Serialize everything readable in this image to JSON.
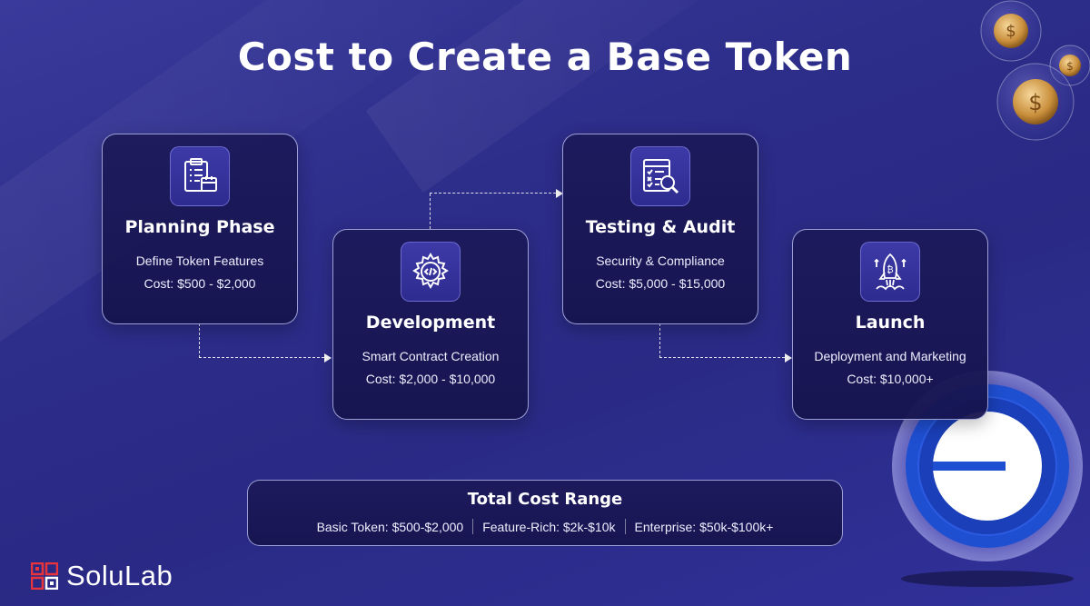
{
  "title": "Cost to Create a Base Token",
  "steps": [
    {
      "title": "Planning Phase",
      "desc": "Define Token Features",
      "cost": "Cost: $500 - $2,000",
      "icon": "clipboard-icon"
    },
    {
      "title": "Development",
      "desc": "Smart Contract Creation",
      "cost": "Cost: $2,000 - $10,000",
      "icon": "gear-code-icon"
    },
    {
      "title": "Testing & Audit",
      "desc": "Security & Compliance",
      "cost": "Cost: $5,000 - $15,000",
      "icon": "audit-search-icon"
    },
    {
      "title": "Launch",
      "desc": "Deployment and Marketing",
      "cost": "Cost: $10,000+",
      "icon": "rocket-bitcoin-icon"
    }
  ],
  "total": {
    "title": "Total Cost Range",
    "items": [
      "Basic Token: $500-$2,000",
      "Feature-Rich: $2k-$10k",
      "Enterprise: $50k-$100k+"
    ]
  },
  "brand": {
    "name": "SoluLab",
    "accent": "#e8343a"
  },
  "colors": {
    "background": "#2d2d8a",
    "card": "#1c1a5a",
    "base_blue": "#1f4fd1"
  }
}
